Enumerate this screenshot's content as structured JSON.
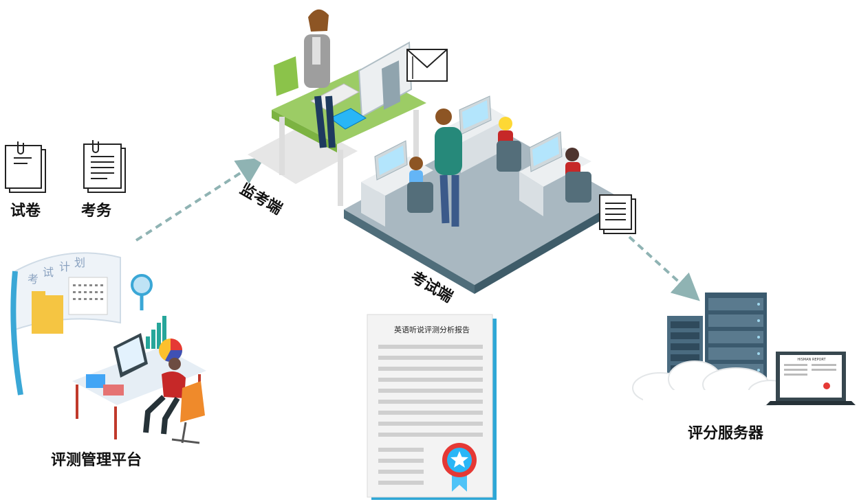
{
  "labels": {
    "paper": "试卷",
    "affairs": "考务",
    "platform": "评测管理平台",
    "proctor": "监考端",
    "exam": "考试端",
    "server": "评分服务器"
  },
  "plan_words": [
    "考",
    "试",
    "计",
    "划"
  ],
  "report": {
    "title": "英语听说评测分析报告"
  },
  "screen_caption": "HISMAN REPORT",
  "colors": {
    "arrow": "#8fb3b3",
    "floor_top": "#a9b8c1",
    "floor_side": "#4f6d7a",
    "desk_green": "#9ccc65",
    "server_dark": "#3b5a6e",
    "server_light": "#5a7a8e",
    "ribbon_red": "#e53935",
    "ribbon_blue": "#4fc3f7",
    "report_border": "#2ea7d6"
  }
}
